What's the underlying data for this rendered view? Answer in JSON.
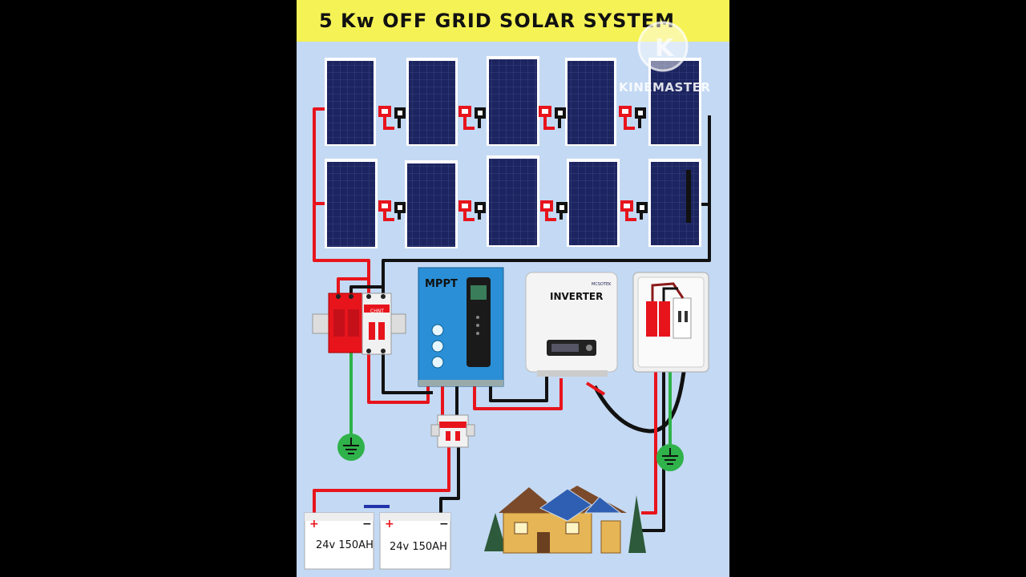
{
  "title": "5 Kw  OFF GRID SOLAR  SYSTEM",
  "watermark": {
    "text": "KINEMASTER",
    "logo_letter": "K"
  },
  "labels": {
    "mppt": "MPPT",
    "inverter": "INVERTER",
    "inverter_brand": "MCSOTEK",
    "breaker_brand": "CHNT",
    "battery_1": "24v 150AH",
    "battery_2": "24v 150AH",
    "plus": "+",
    "minus": "−"
  },
  "colors": {
    "background": "#c4d9f3",
    "title_bar": "#f5f255",
    "wire_positive": "#e8141c",
    "wire_negative": "#111111",
    "ground": "#2fb24a",
    "panel": "#1d2560",
    "mppt_body": "#2a8fd6",
    "breaker_red": "#e8141c"
  },
  "icons": [
    "solar-panel-icon",
    "ground-icon",
    "house-icon",
    "battery-icon",
    "breaker-icon",
    "tree-icon"
  ]
}
